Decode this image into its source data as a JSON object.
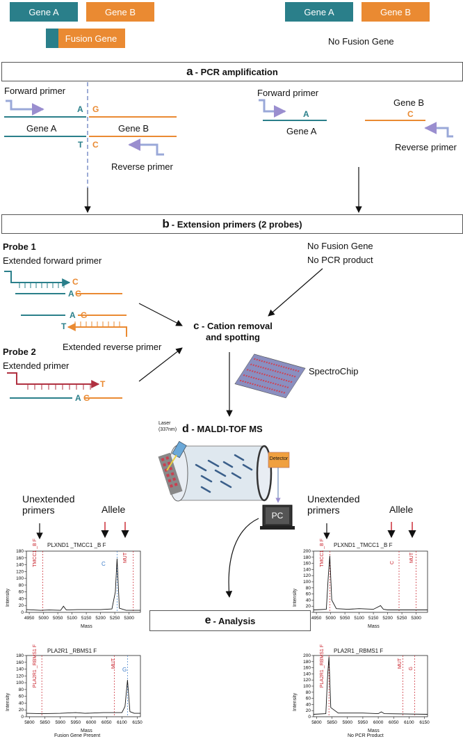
{
  "top": {
    "left_gene_a": "Gene A",
    "left_gene_b": "Gene B",
    "fusion_gene": "Fusion Gene",
    "right_gene_a": "Gene A",
    "right_gene_b": "Gene B",
    "no_fusion": "No Fusion Gene"
  },
  "step_a": {
    "letter": "a",
    "text": " - PCR amplification"
  },
  "pcr": {
    "left_forward": "Forward primer",
    "left_gene_a": "Gene A",
    "left_gene_b": "Gene B",
    "left_reverse": "Reverse primer",
    "left_top_a": "A",
    "left_top_g": "G",
    "left_bot_t": "T",
    "left_bot_c": "C",
    "right_forward": "Forward primer",
    "right_gene_a": "Gene A",
    "right_gene_b": "Gene B",
    "right_reverse": "Reverse primer",
    "right_a": "A",
    "right_c": "C"
  },
  "step_b": {
    "letter": "b",
    "text": " - Extension primers (2 probes)"
  },
  "ext": {
    "probe1": "Probe 1",
    "ext_forward": "Extended forward primer",
    "ext_reverse": "Extended reverse primer",
    "probe2": "Probe 2",
    "ext_primer": "Extended primer",
    "no_fusion": "No Fusion Gene",
    "no_pcr": "No PCR product",
    "c_letter": "C",
    "a_letter": "A",
    "g_letter": "G",
    "a2": "A",
    "g2": "G",
    "t_letter": "T",
    "a3": "A",
    "g3": "G",
    "t3": "T"
  },
  "step_c": {
    "letter": "c",
    "line1": " - Cation removal",
    "line2": "and spotting"
  },
  "spectrochip": "SpectroChip",
  "step_d": {
    "letter": "d",
    "text": " - MALDI-TOF MS"
  },
  "laser": {
    "line1": "Laser",
    "line2": "(337nm)"
  },
  "detector": "Detector",
  "pc": "PC",
  "step_e": {
    "letter": "e",
    "text": " - Analysis"
  },
  "left_panel": {
    "unextended": "Unextended",
    "primers": "primers",
    "allele": "Allele",
    "plot1_title": "PLXND1 _TMCC1 _B F",
    "plot1_v1": "TMCC1 _B F",
    "plot1_v2": "MUT",
    "plot1_peak": "C",
    "plot2_title": "PLA2R1 _RBMS1 F",
    "plot2_v1": "PLA2R1 _RBMS1 F",
    "plot2_v2": "MUT",
    "plot2_peak": "G",
    "caption": "Fusion Gene Present"
  },
  "right_panel": {
    "unextended": "Unextended",
    "primers": "primers",
    "allele": "Allele",
    "plot1_title": "PLXND1 _TMCC1 _B F",
    "plot1_v1": "TMCC1 _B F",
    "plot1_v2": "C",
    "plot1_v3": "MUT",
    "plot2_title": "PLA2R1 _RBMS1 F",
    "plot2_v1": "PLA2R1 _RBMS1 F",
    "plot2_v2": "MUT",
    "plot2_v3": "G",
    "caption": "No PCR Product"
  },
  "axis": {
    "x": "Mass",
    "y": "Intensity"
  },
  "colors": {
    "teal": "#2a7f8a",
    "orange": "#ea8a32",
    "red": "#c8202a",
    "purple": "#9a8ecf"
  },
  "chart_data": [
    {
      "type": "line",
      "title": "PLXND1 _TMCC1 _B F",
      "xlabel": "Mass",
      "ylabel": "Intensity",
      "xlim": [
        4940,
        5340
      ],
      "ylim": [
        0,
        180
      ],
      "x_ticks": [
        4950,
        5000,
        5050,
        5100,
        5150,
        5200,
        5250,
        5300
      ],
      "y_ticks": [
        0,
        20,
        40,
        60,
        80,
        100,
        120,
        140,
        160,
        180
      ],
      "series": [
        {
          "x": [
            4940,
            4990,
            5020,
            5060,
            5070,
            5080,
            5120,
            5200,
            5240,
            5252,
            5258,
            5266,
            5290,
            5340
          ],
          "y": [
            8,
            6,
            7,
            6,
            18,
            7,
            8,
            8,
            10,
            60,
            158,
            12,
            6,
            6
          ]
        }
      ],
      "markers": [
        {
          "x": 4997,
          "label": "TMCC1 _B F"
        },
        {
          "x": 5315,
          "label": "MUT"
        },
        {
          "x": 5258,
          "label": "C"
        }
      ]
    },
    {
      "type": "line",
      "title": "PLA2R1 _RBMS1 F",
      "xlabel": "Mass",
      "ylabel": "Intensity",
      "xlim": [
        5790,
        6160
      ],
      "ylim": [
        0,
        180
      ],
      "x_ticks": [
        5800,
        5850,
        5900,
        5950,
        6000,
        6050,
        6100,
        6150
      ],
      "y_ticks": [
        0,
        20,
        40,
        60,
        80,
        100,
        120,
        140,
        160,
        180
      ],
      "series": [
        {
          "x": [
            5790,
            5840,
            5900,
            5950,
            5980,
            6040,
            6100,
            6110,
            6118,
            6126,
            6140,
            6160
          ],
          "y": [
            10,
            9,
            10,
            12,
            10,
            12,
            12,
            30,
            108,
            15,
            10,
            10
          ]
        }
      ],
      "markers": [
        {
          "x": 5840,
          "label": "PLA2R1 _RBMS1 F"
        },
        {
          "x": 6075,
          "label": "MUT"
        },
        {
          "x": 6118,
          "label": "G"
        }
      ]
    },
    {
      "type": "line",
      "title": "PLXND1 _TMCC1 _B F",
      "xlabel": "Mass",
      "ylabel": "Intensity",
      "xlim": [
        4940,
        5340
      ],
      "ylim": [
        0,
        200
      ],
      "x_ticks": [
        4950,
        5000,
        5050,
        5100,
        5150,
        5200,
        5250,
        5300
      ],
      "y_ticks": [
        0,
        20,
        40,
        60,
        80,
        100,
        120,
        140,
        160,
        180,
        200
      ],
      "series": [
        {
          "x": [
            4940,
            4985,
            4992,
            4997,
            5004,
            5020,
            5060,
            5100,
            5150,
            5175,
            5185,
            5200,
            5340
          ],
          "y": [
            8,
            10,
            120,
            185,
            40,
            12,
            10,
            12,
            10,
            22,
            10,
            8,
            8
          ]
        }
      ],
      "markers": [
        {
          "x": 4997,
          "label": "TMCC1 _B F"
        },
        {
          "x": 5240,
          "label": "C"
        },
        {
          "x": 5300,
          "label": "MUT"
        }
      ]
    },
    {
      "type": "line",
      "title": "PLA2R1 _RBMS1 F",
      "xlabel": "Mass",
      "ylabel": "Intensity",
      "xlim": [
        5790,
        6160
      ],
      "ylim": [
        0,
        200
      ],
      "x_ticks": [
        5800,
        5850,
        5900,
        5950,
        6000,
        6050,
        6100,
        6150
      ],
      "y_ticks": [
        0,
        20,
        40,
        60,
        80,
        100,
        120,
        140,
        160,
        180,
        200
      ],
      "series": [
        {
          "x": [
            5790,
            5830,
            5836,
            5840,
            5846,
            5870,
            5950,
            6000,
            6010,
            6020,
            6160
          ],
          "y": [
            8,
            10,
            140,
            195,
            30,
            12,
            12,
            10,
            16,
            10,
            8
          ]
        }
      ],
      "markers": [
        {
          "x": 5840,
          "label": "PLA2R1 _RBMS1 F"
        },
        {
          "x": 6080,
          "label": "MUT"
        },
        {
          "x": 6118,
          "label": "G"
        }
      ]
    }
  ]
}
